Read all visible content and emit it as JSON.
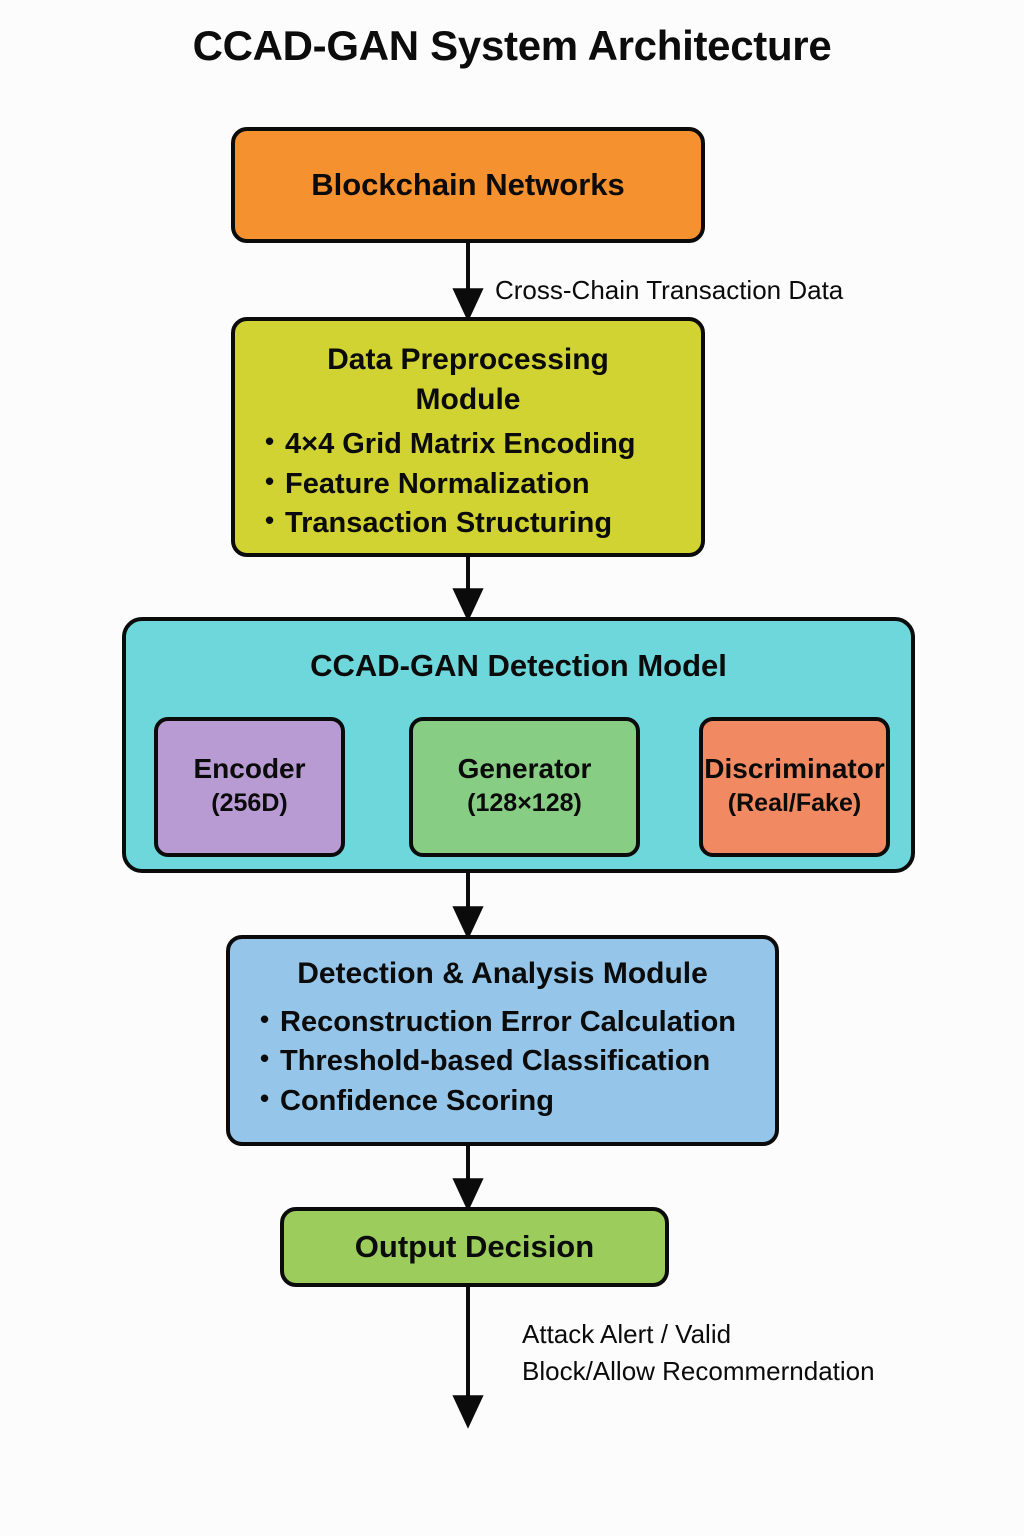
{
  "title": "CCAD-GAN System Architecture",
  "colors": {
    "background": "#fcfcfd",
    "stroke": "#0b0b0b",
    "blockchain": "#f5912e",
    "preprocessing": "#d0d332",
    "model_container": "#6ed7dc",
    "encoder": "#b99bd4",
    "generator": "#87cd84",
    "discriminator": "#f18a62",
    "analysis": "#95c5e8",
    "output": "#9bcc5c"
  },
  "nodes": {
    "blockchain": {
      "label": "Blockchain Networks"
    },
    "preprocessing": {
      "heading_line1": "Data Preprocessing",
      "heading_line2": "Module",
      "bullets": [
        "4×4 Grid Matrix Encoding",
        "Feature Normalization",
        "Transaction Structuring"
      ]
    },
    "model": {
      "heading": "CCAD-GAN Detection Model",
      "encoder": {
        "name": "Encoder",
        "detail": "(256D)"
      },
      "generator": {
        "name": "Generator",
        "detail": "(128×128)"
      },
      "discriminator": {
        "name": "Discriminator",
        "detail": "(Real/Fake)"
      }
    },
    "analysis": {
      "heading": "Detection & Analysis Module",
      "bullets": [
        "Reconstruction Error Calculation",
        "Threshold-based Classification",
        "Confidence Scoring"
      ]
    },
    "output": {
      "label": "Output Decision"
    }
  },
  "edges": {
    "blockchain_to_preprocessing": "Cross-Chain Transaction Data",
    "output_line1": "Attack Alert / Valid",
    "output_line2": "Block/Allow Recommerndation"
  }
}
